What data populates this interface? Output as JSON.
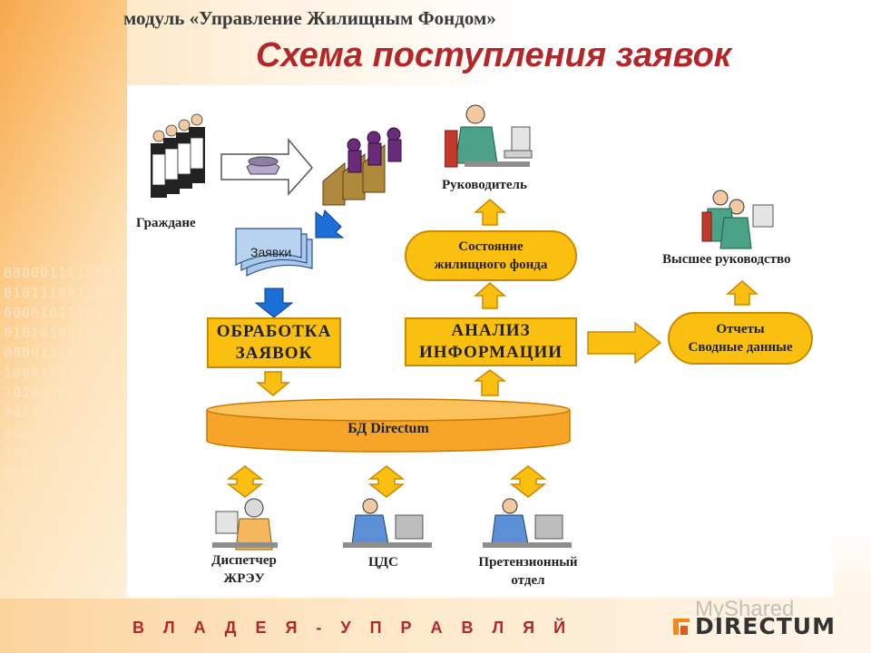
{
  "header": {
    "module": "модуль «Управление Жилищным Фондом»",
    "title": "Схема поступления заявок"
  },
  "diagram": {
    "citizens": "Граждане",
    "requests_doc": "Заявки",
    "manager": "Руководитель",
    "housing_state": [
      "Состояние",
      "жилищного фонда"
    ],
    "senior_management": "Высшее руководство",
    "processing": [
      "ОБРАБОТКА",
      "ЗАЯВОК"
    ],
    "analysis": [
      "АНАЛИЗ",
      "ИНФОРМАЦИИ"
    ],
    "reports": [
      "Отчеты",
      "Сводные данные"
    ],
    "database": "БД Directum",
    "dispatcher": [
      "Диспетчер",
      "ЖРЭУ"
    ],
    "cds": "ЦДС",
    "claims": [
      "Претензионный",
      "отдел"
    ]
  },
  "footer": {
    "slogan": "В Л А Д Е Я  -  У П Р А В Л Я Й",
    "brand": "DIRECTUM",
    "watermark": "MyShared"
  },
  "colors": {
    "accent_red": "#b3262a",
    "box_fill": "#fbc00f",
    "arrow_fill": "#fbc00f",
    "db_fill": "#f7a528"
  }
}
